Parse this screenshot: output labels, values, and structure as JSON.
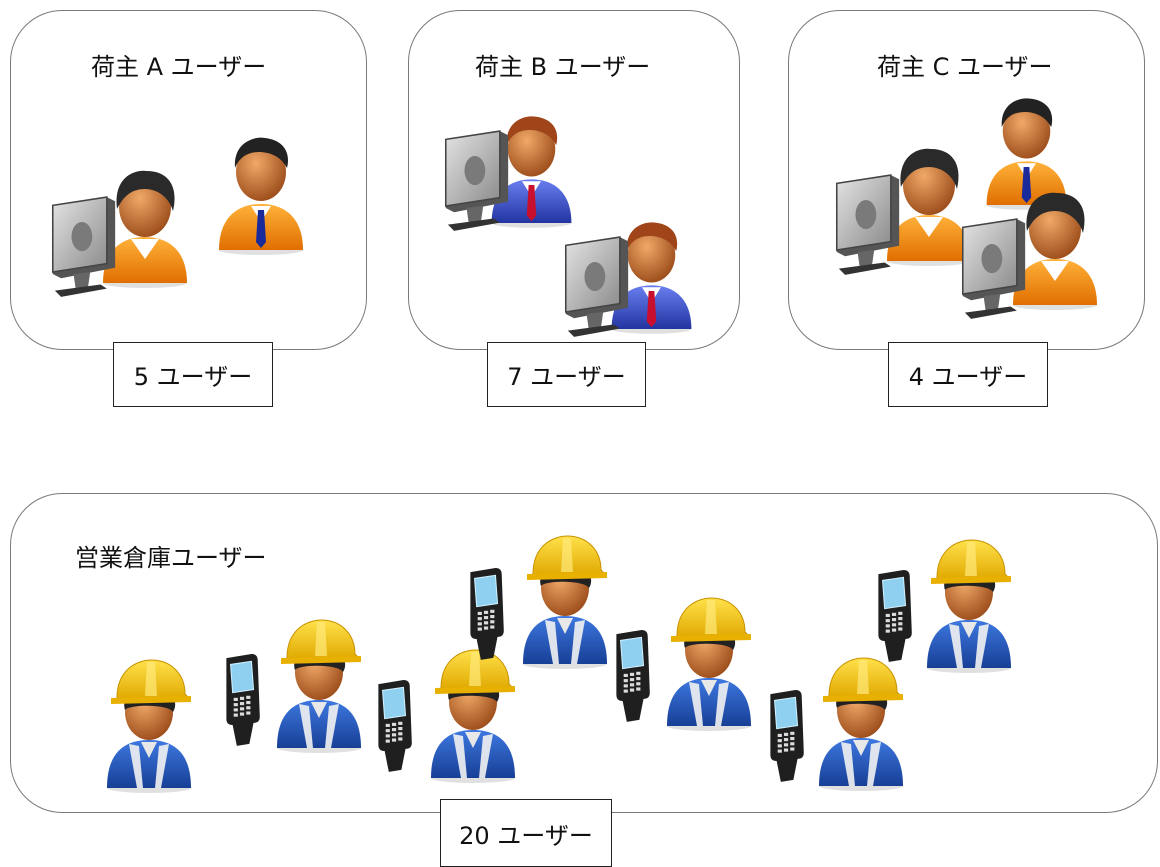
{
  "shipper_groups": [
    {
      "title": "荷主 A ユーザー",
      "count": "5 ユーザー"
    },
    {
      "title": "荷主 B ユーザー",
      "count": "7 ユーザー"
    },
    {
      "title": "荷主 C ユーザー",
      "count": "4 ユーザー"
    }
  ],
  "warehouse_group": {
    "title": "営業倉庫ユーザー",
    "count": "20 ユーザー"
  },
  "colors": {
    "border": "#7a7a7a",
    "orange_shirt": "#f08a00",
    "blue_suit": "#3349b8",
    "helmet_yellow": "#f7c300",
    "worker_blue": "#1d52b5",
    "skin": "#c86a2a"
  },
  "icons": [
    "pc-user-icon",
    "business-user-icon",
    "warehouse-worker-icon",
    "handheld-scanner-icon"
  ]
}
